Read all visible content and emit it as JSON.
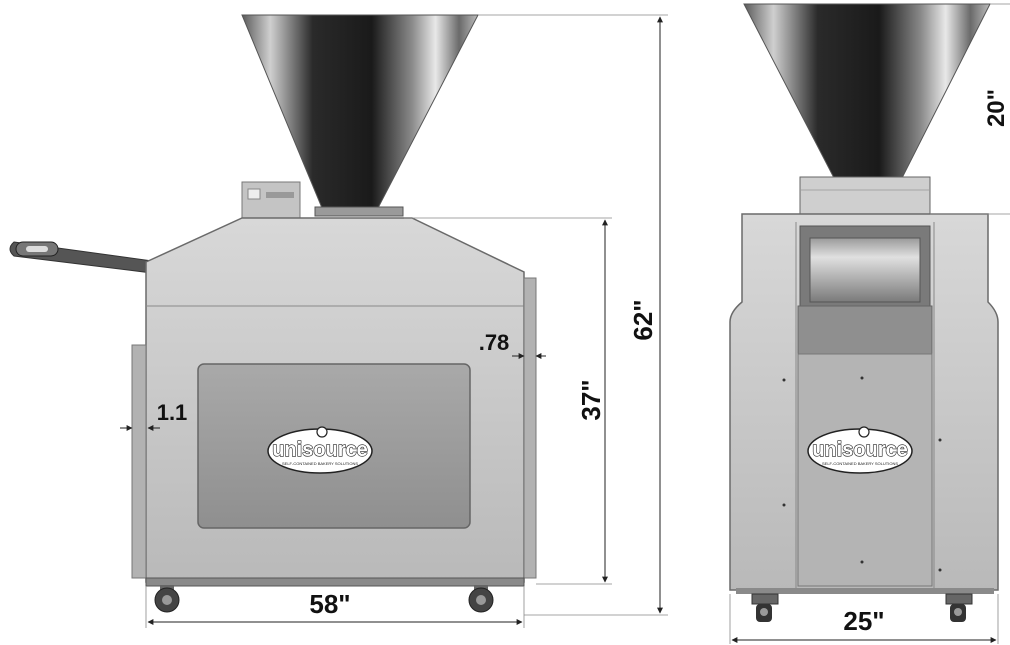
{
  "brand": {
    "name": "unisource",
    "tagline": "SELF-CONTAINED BAKERY SOLUTIONS"
  },
  "side_view": {
    "dims": {
      "overall_height": "62\"",
      "body_height": "37\"",
      "width": "58\"",
      "door_inset": ".78",
      "left_offset": "1.1"
    }
  },
  "front_view": {
    "dims": {
      "hopper_height": "20\"",
      "width": "25\""
    }
  },
  "colors": {
    "body": "#c9c9c9",
    "panel": "#9a9a9a",
    "hopper_dark": "#333333",
    "dimension_line": "#222222"
  }
}
